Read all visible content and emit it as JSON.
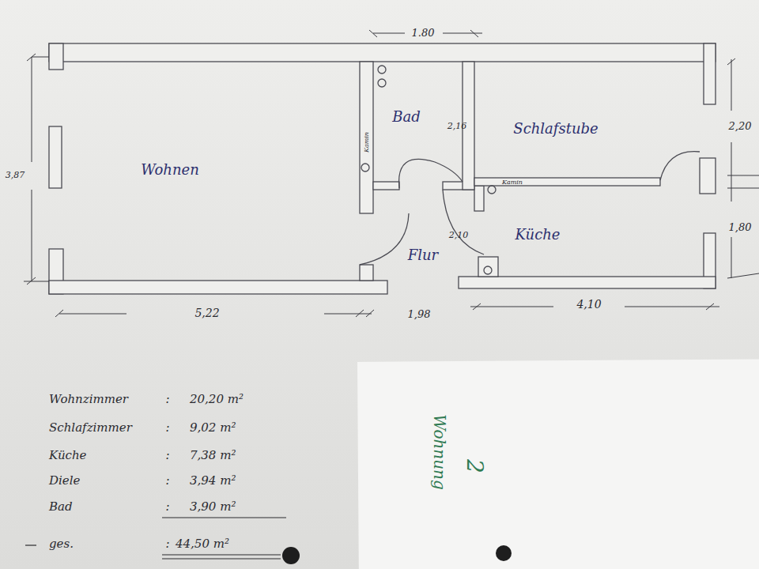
{
  "diagram": {
    "nodes": [
      {
        "text": [
          "Wohnen"
        ]
      },
      {
        "text": [
          "Bad"
        ]
      },
      {
        "text": [
          "Schlafstube"
        ]
      },
      {
        "text": [
          "Küche"
        ]
      },
      {
        "text": [
          "Flur"
        ]
      }
    ],
    "labels": [
      "1.80",
      "3,87",
      "Kamin",
      "2,16",
      "2,20",
      "Kamin",
      "2,10",
      "1,80",
      "5,22",
      "1,98",
      "4,10",
      "Wohnzimmer",
      ":",
      "20,20 m²",
      "Schlafzimmer",
      ":",
      "9,02 m²",
      "Küche",
      ":",
      "7,38 m²",
      "Diele",
      ":",
      "3,94 m²",
      "Bad",
      ":",
      "3,90 m²",
      "ges.",
      ":",
      "44,50 m²",
      "Wohnung",
      "2"
    ]
  }
}
